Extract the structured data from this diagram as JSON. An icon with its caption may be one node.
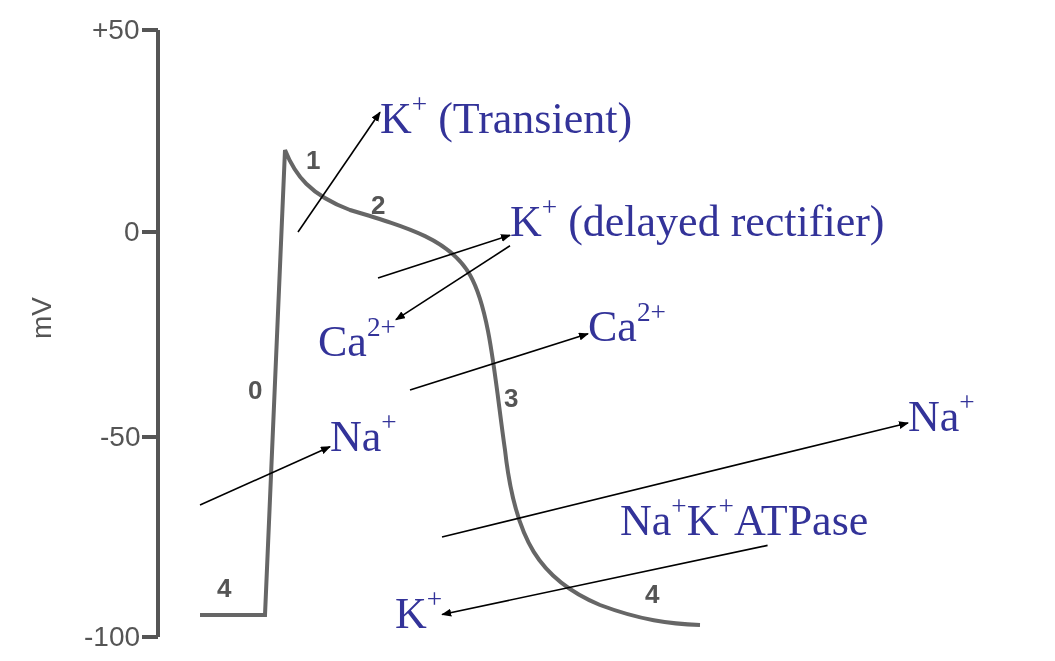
{
  "diagram": {
    "nodes": [
      {
        "text": [
          "K$^{+}$ (Transient)"
        ]
      },
      {
        "text": [
          "K$^{+}$ (delayed rectifier)"
        ]
      },
      {
        "text": [
          "Ca$^{2+}$"
        ]
      },
      {
        "text": [
          "Ca$^{2+}$"
        ]
      },
      {
        "text": [
          "Na$^{+}$"
        ]
      },
      {
        "text": [
          "Na$^{+}$"
        ]
      },
      {
        "text": [
          "Na$^{+}$K$^{+}$ATPase"
        ]
      },
      {
        "text": [
          "K$^{+}$"
        ]
      }
    ],
    "edges": [
      {
        "from": null,
        "to": 0,
        "arrow": "to"
      },
      {
        "from": null,
        "to": 1,
        "arrow": "to"
      },
      {
        "from": 1,
        "to": 2,
        "arrow": "to"
      },
      {
        "from": null,
        "to": 3,
        "arrow": "to"
      },
      {
        "from": null,
        "to": 4,
        "arrow": "to"
      },
      {
        "from": null,
        "to": 5,
        "arrow": "to"
      },
      {
        "from": 6,
        "to": 7,
        "arrow": "to"
      }
    ],
    "labels": [
      "+50",
      "1",
      "2",
      "0",
      "mV",
      "0",
      "3",
      "-50",
      "4",
      "4",
      "-100"
    ]
  }
}
